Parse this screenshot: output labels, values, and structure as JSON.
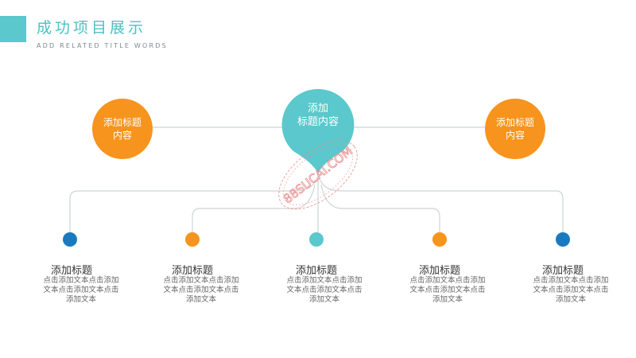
{
  "header": {
    "title": "成功项目展示",
    "subtitle": "ADD RELATED TITLE WORDS"
  },
  "colors": {
    "teal": "#5ac8cc",
    "orange": "#f7941d",
    "blue": "#1a7abf",
    "line": "#cfd4d6"
  },
  "top_nodes": {
    "left": "添加标题内容",
    "center_line1": "添加",
    "center_line2": "标题内容",
    "right": "添加标题内容"
  },
  "items": [
    {
      "title": "添加标题",
      "desc": "点击添加文本点击添加文本点击添加文本点击添加文本"
    },
    {
      "title": "添加标题",
      "desc": "点击添加文本点击添加文本点击添加文本点击添加文本"
    },
    {
      "title": "添加标题",
      "desc": "点击添加文本点击添加文本点击添加文本点击添加文本"
    },
    {
      "title": "添加标题",
      "desc": "点击添加文本点击添加文本点击添加文本点击添加文本"
    },
    {
      "title": "添加标题",
      "desc": "点击添加文本点击添加文本点击添加文本点击添加文本"
    }
  ],
  "watermark": "88SUCAI.COM"
}
